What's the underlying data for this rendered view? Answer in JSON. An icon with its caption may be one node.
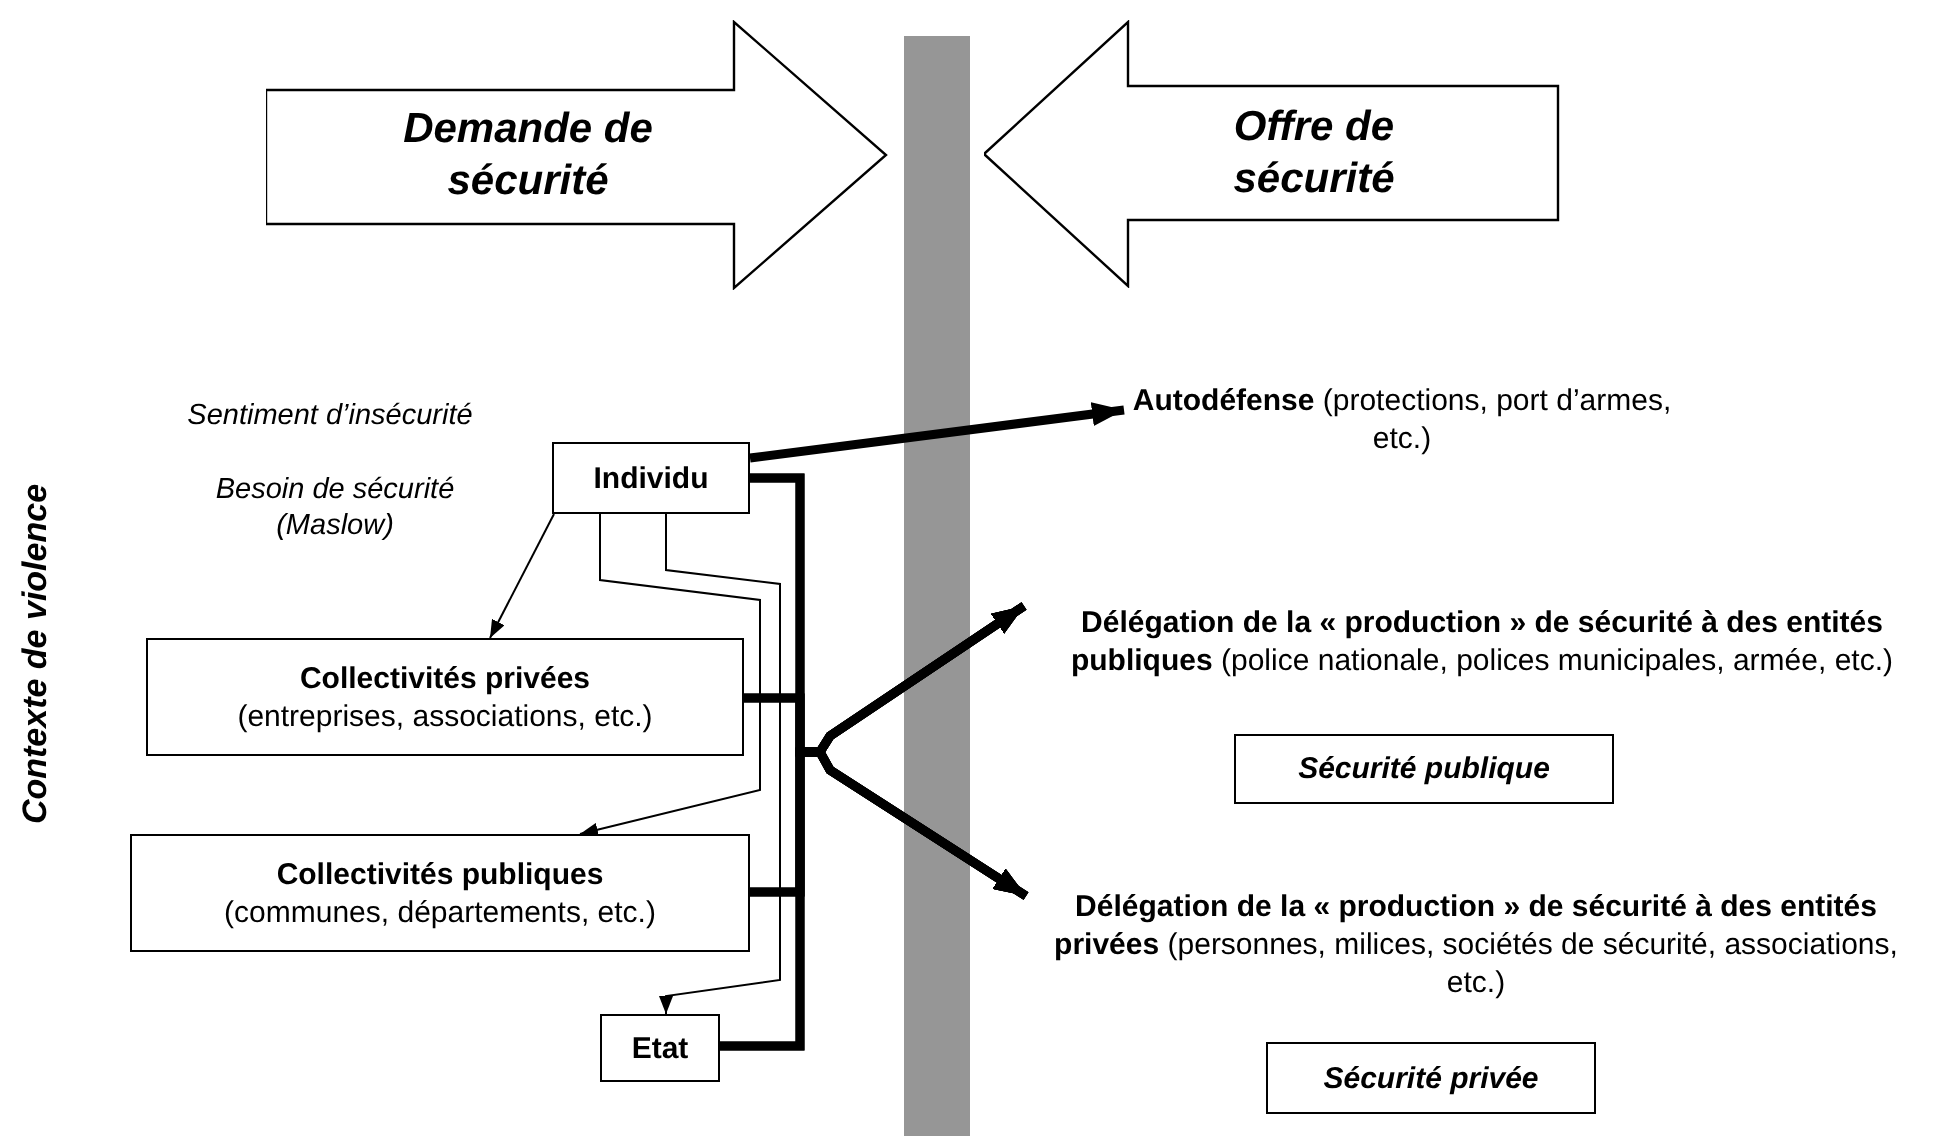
{
  "diagram": {
    "nodes": [
      {
        "text": [
          "Demande de sécurité"
        ]
      },
      {
        "text": [
          "Offre de sécurité"
        ]
      },
      {
        "text": [
          "Individu"
        ]
      },
      {
        "text": [
          "Collectivités privées",
          "(entreprises, associations, etc.)"
        ]
      },
      {
        "text": [
          "Collectivités publiques",
          "(communes, départements, etc.)"
        ]
      },
      {
        "text": [
          "Etat"
        ]
      },
      {
        "text": [
          "**Autodéfense** (protections, port d’armes, etc.)"
        ]
      },
      {
        "text": [
          "**Délégation de la « production » de sécurité à des entités publiques** (police nationale, polices municipales, armée, etc.)"
        ]
      },
      {
        "text": [
          "Sécurité publique"
        ]
      },
      {
        "text": [
          "**Délégation de la « production » de sécurité à des entités privées** (personnes, milices, sociétés de sécurité, associations, etc.)"
        ]
      },
      {
        "text": [
          "Sécurité privée"
        ]
      }
    ],
    "edges": [
      {
        "from": 2,
        "to": 6,
        "arrow": "to"
      },
      {
        "from": 2,
        "to": 3,
        "arrow": "to"
      },
      {
        "from": 2,
        "to": 4,
        "arrow": "to"
      },
      {
        "from": 2,
        "to": 5,
        "arrow": "to"
      },
      {
        "from": 2,
        "to": 7,
        "arrow": "to"
      },
      {
        "from": 2,
        "to": 9,
        "arrow": "to"
      },
      {
        "from": 3,
        "to": 7,
        "arrow": "to"
      },
      {
        "from": 3,
        "to": 9,
        "arrow": "to"
      },
      {
        "from": 4,
        "to": 7,
        "arrow": "to"
      },
      {
        "from": 4,
        "to": 9,
        "arrow": "to"
      },
      {
        "from": 5,
        "to": 7,
        "arrow": "to"
      },
      {
        "from": 5,
        "to": 9,
        "arrow": "to"
      }
    ],
    "labels": [
      "Contexte de violence",
      "Sentiment d’insécurité",
      "Besoin de sécurité (Maslow)"
    ]
  }
}
